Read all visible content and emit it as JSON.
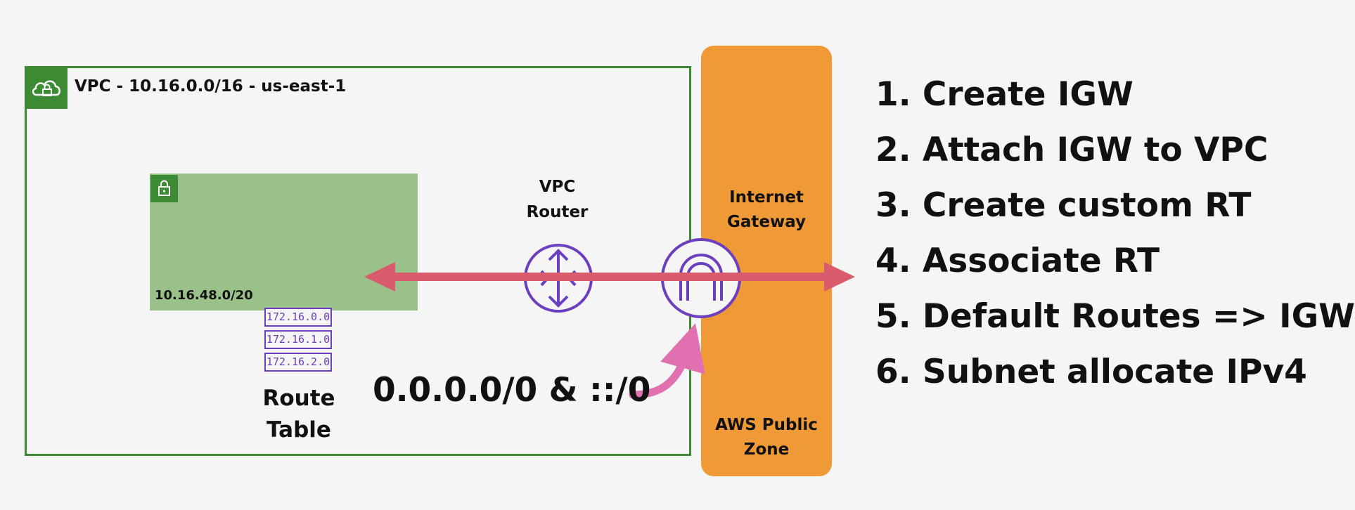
{
  "vpc": {
    "title": "VPC - 10.16.0.0/16 - us-east-1",
    "icon": "cloud-lock-icon",
    "border_color": "#3d8a34"
  },
  "subnet": {
    "cidr": "10.16.48.0/20",
    "icon": "padlock-icon",
    "fill_color": "#9bc18b"
  },
  "route_table": {
    "entries": [
      "172.16.0.0",
      "172.16.1.0",
      "172.16.2.0"
    ],
    "label_line1": "Route",
    "label_line2": "Table"
  },
  "vpc_router": {
    "label_line1": "VPC",
    "label_line2": "Router",
    "icon": "router-icon"
  },
  "aws_public_zone": {
    "igw_label_line1": "Internet",
    "igw_label_line2": "Gateway",
    "zone_label_line1": "AWS Public",
    "zone_label_line2": "Zone",
    "igw_icon": "internet-gateway-icon",
    "fill_color": "#f09a37"
  },
  "default_route": {
    "text": "0.0.0.0/0 & ::/0"
  },
  "steps": [
    "1. Create IGW",
    "2. Attach IGW to VPC",
    "3. Create custom RT",
    "4. Associate RT",
    "5. Default Routes => IGW",
    "6. Subnet allocate IPv4"
  ],
  "colors": {
    "traffic_arrow": "#d85c6b",
    "route_arrow": "#e070b0",
    "icon_purple": "#6c3fbe"
  }
}
